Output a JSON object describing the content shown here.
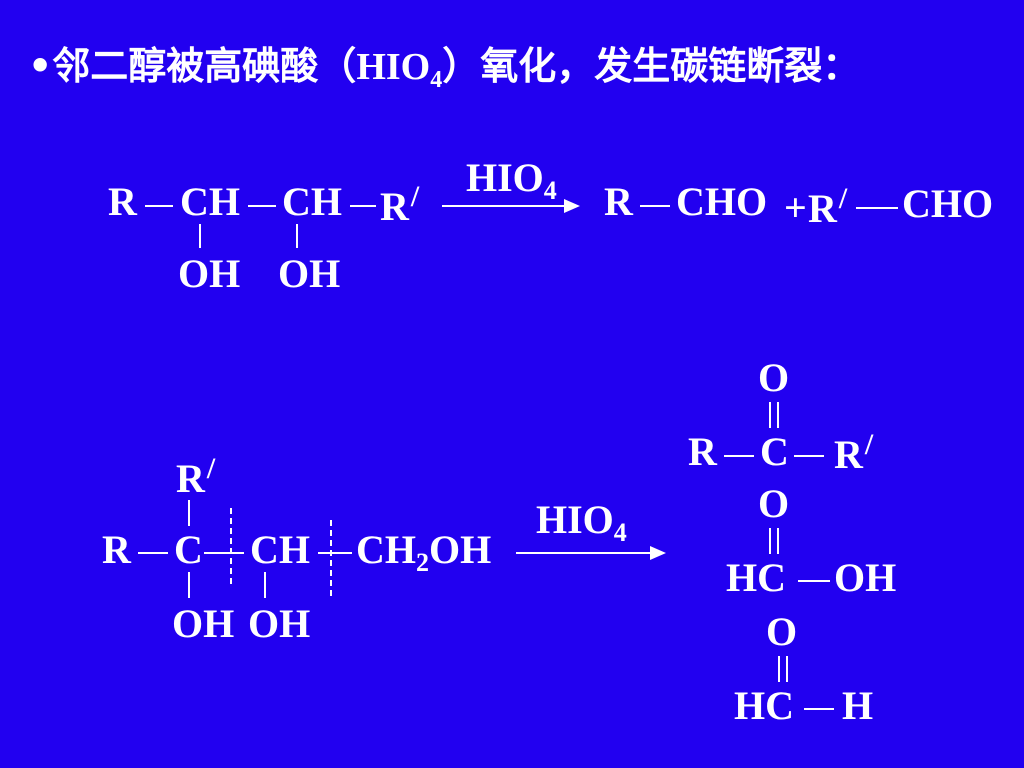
{
  "slide": {
    "bullet": "•",
    "title_pre": "邻二醇被高碘酸（",
    "title_formula": "HIO",
    "title_sub": "4",
    "title_post": "）氧化，发生碳链断裂："
  },
  "reaction1": {
    "r": "R",
    "ch1": "CH",
    "ch2": "CH",
    "rprime": "R",
    "prime": "/",
    "oh1": "OH",
    "oh2": "OH",
    "reagent": "HIO",
    "reagent_sub": "4",
    "p1_r": "R",
    "p1_cho": "CHO",
    "plus": "+",
    "p2_r": "R",
    "p2_prime": "/",
    "p2_cho": "CHO"
  },
  "reaction2": {
    "rtop": "R",
    "rtop_prime": "/",
    "r": "R",
    "c": "C",
    "ch": "CH",
    "ch2": "CH",
    "ch2_sub": "2",
    "ch2_oh": "OH",
    "oh1": "OH",
    "oh2": "OH",
    "reagent": "HIO",
    "reagent_sub": "4",
    "ketone_o": "O",
    "ketone_r": "R",
    "ketone_c": "C",
    "ketone_rprime": "R",
    "ketone_prime": "/",
    "acid_o": "O",
    "acid_hc": "HC",
    "acid_oh": "OH",
    "ald_o": "O",
    "ald_hc": "HC",
    "ald_h": "H"
  }
}
